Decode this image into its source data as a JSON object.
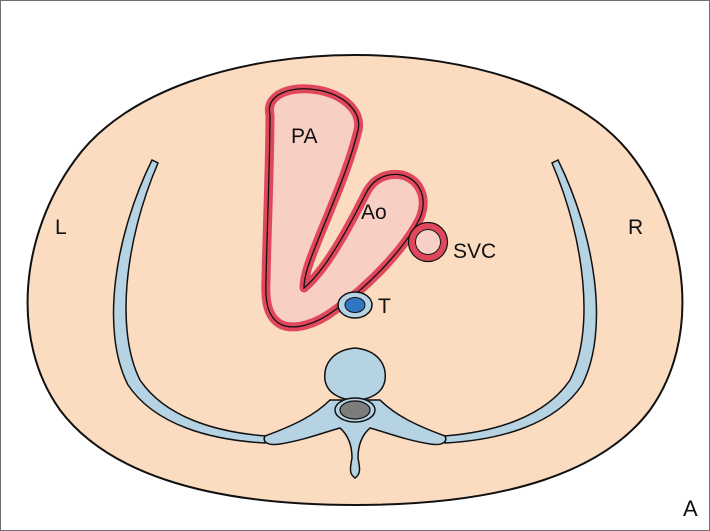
{
  "labels": {
    "left": "L",
    "right": "R",
    "pulmonary_artery": "PA",
    "aorta": "Ao",
    "superior_vena_cava": "SVC",
    "trachea": "T",
    "panel": "A"
  },
  "colors": {
    "body": "#fbdcc0",
    "outline": "#111111",
    "vessel_wall": "#e0475d",
    "vessel_fill": "#f8cfc4",
    "bone": "#b6d3e3",
    "trachea": "#2f77c0",
    "spinal_cord": "#7d7d7d"
  }
}
